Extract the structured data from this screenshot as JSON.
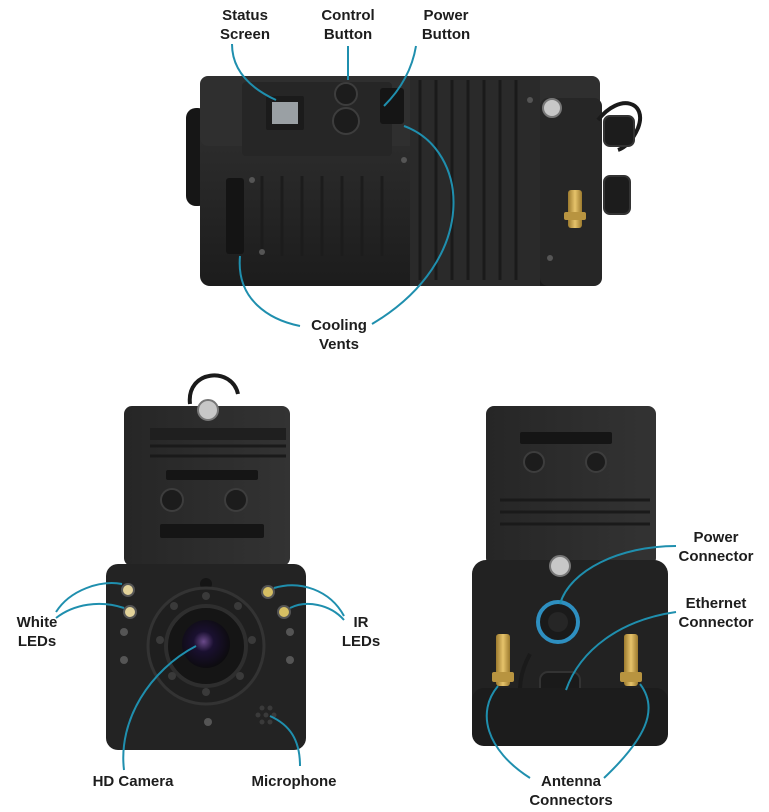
{
  "labels": {
    "status_screen": [
      "Status",
      "Screen"
    ],
    "control_button": [
      "Control",
      "Button"
    ],
    "power_button": [
      "Power",
      "Button"
    ],
    "cooling_vents": [
      "Cooling",
      "Vents"
    ],
    "white_leds": [
      "White",
      "LEDs"
    ],
    "ir_leds": [
      "IR",
      "LEDs"
    ],
    "hd_camera": [
      "HD Camera"
    ],
    "microphone": [
      "Microphone"
    ],
    "power_connector": [
      "Power",
      "Connector"
    ],
    "ethernet_connector": [
      "Ethernet",
      "Connector"
    ],
    "antenna_connectors": [
      "Antenna",
      "Connectors"
    ]
  },
  "colors": {
    "leader_line": "#1f8fae",
    "device_body": "#2b2b2b",
    "device_dark": "#1b1b1b",
    "device_edge": "#3a3a3a",
    "brass": "#c9a24a",
    "led_white": "#e8d9a0",
    "led_ir": "#d9c26a"
  }
}
